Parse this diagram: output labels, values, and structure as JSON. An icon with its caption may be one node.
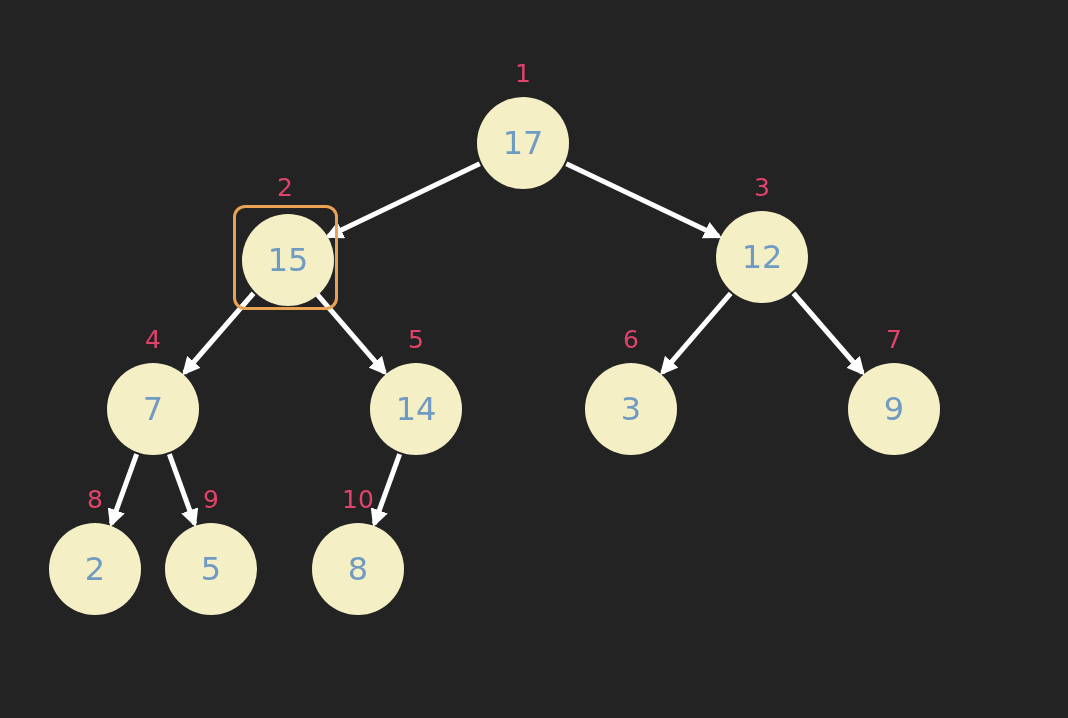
{
  "diagram": {
    "nodes": [
      {
        "text": [
          "17"
        ],
        "beside": [
          "1"
        ]
      },
      {
        "text": [],
        "shape": "box"
      },
      {
        "text": [
          "15"
        ],
        "in": 1,
        "beside": [
          "2"
        ]
      },
      {
        "text": [
          "12"
        ],
        "beside": [
          "3"
        ]
      },
      {
        "text": [
          "7"
        ],
        "beside": [
          "4"
        ]
      },
      {
        "text": [
          "14"
        ],
        "beside": [
          "5"
        ]
      },
      {
        "text": [
          "3"
        ],
        "beside": [
          "6"
        ]
      },
      {
        "text": [
          "9"
        ],
        "beside": [
          "7"
        ]
      },
      {
        "text": [
          "2"
        ],
        "beside": [
          "8"
        ]
      },
      {
        "text": [
          "5"
        ],
        "beside": [
          "9"
        ]
      },
      {
        "text": [
          "8"
        ],
        "beside": [
          "10"
        ]
      }
    ],
    "edges": [
      {
        "from": 0,
        "to": 2,
        "arrow": "to"
      },
      {
        "from": 0,
        "to": 3,
        "arrow": "to"
      },
      {
        "from": 2,
        "to": 4,
        "arrow": "to"
      },
      {
        "from": 2,
        "to": 5,
        "arrow": "to"
      },
      {
        "from": 3,
        "to": 6,
        "arrow": "to"
      },
      {
        "from": 3,
        "to": 7,
        "arrow": "to"
      },
      {
        "from": 4,
        "to": 8,
        "arrow": "to"
      },
      {
        "from": 4,
        "to": 9,
        "arrow": "to"
      },
      {
        "from": 5,
        "to": 10,
        "arrow": "to"
      }
    ]
  }
}
